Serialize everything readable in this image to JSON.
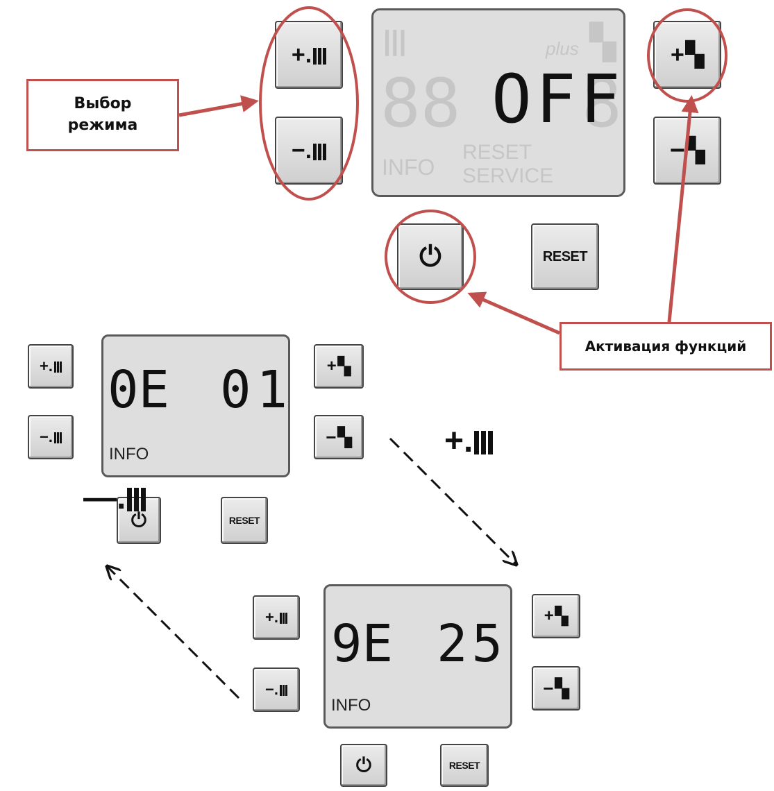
{
  "main_panel": {
    "display_text": "OFF",
    "ghost_digits": "88",
    "ghost_digits_right": "8",
    "ghost_info": "INFO",
    "ghost_reset": "RESET",
    "ghost_service": "SERVICE",
    "ghost_plus": "plus",
    "buttons": {
      "heating_plus": "+.",
      "heating_minus": "−.",
      "water_plus": "+",
      "water_minus": "−",
      "reset": "RESET"
    }
  },
  "callouts": {
    "mode_select": "Выбор режима",
    "activation": "Активация функций"
  },
  "panel_a": {
    "code": "0E",
    "value": "01",
    "info": "INFO",
    "buttons": {
      "heating_plus": "+.",
      "heating_minus": "−.",
      "water_plus": "+",
      "water_minus": "−",
      "reset": "RESET"
    }
  },
  "panel_b": {
    "code": "9E",
    "value": "25",
    "info": "INFO",
    "buttons": {
      "heating_plus": "+.",
      "heating_minus": "−.",
      "water_plus": "+",
      "water_minus": "−",
      "reset": "RESET"
    }
  },
  "transition_symbols": {
    "forward": "+.",
    "backward": "—."
  },
  "colors": {
    "highlight": "#c0504d",
    "screen": "#dedede",
    "button": "#d9d9d9"
  }
}
